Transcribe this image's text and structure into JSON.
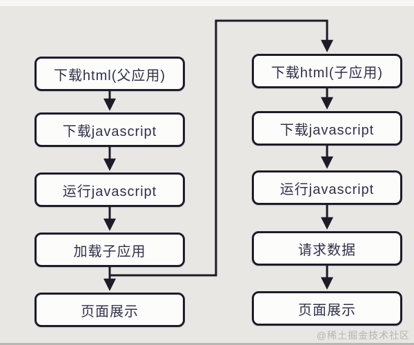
{
  "diagram": {
    "title_implicit": "micro-frontend loading flow",
    "flow_left": {
      "name": "parent-app-flow",
      "steps": [
        "下载html(父应用)",
        "下载javascript",
        "运行javascript",
        "加载子应用",
        "页面展示"
      ]
    },
    "flow_right": {
      "name": "child-app-flow",
      "steps": [
        "下载html(子应用)",
        "下载javascript",
        "运行javascript",
        "请求数据",
        "页面展示"
      ]
    },
    "connections": {
      "left_sequence": "top-to-bottom arrows between each left step",
      "right_sequence": "top-to-bottom arrows between each right step",
      "branch": "from between 加载子应用 and 页面展示, right and over the top into 下载html(子应用)"
    }
  },
  "watermark": "@稀土掘金技术社区",
  "colors": {
    "background": "#e8e7e4",
    "box_background": "#fcfcfb",
    "box_border": "#1d1c2a",
    "box_text": "#32304a",
    "arrow": "#1c1b26",
    "watermark_text": "#b5b4b1"
  }
}
